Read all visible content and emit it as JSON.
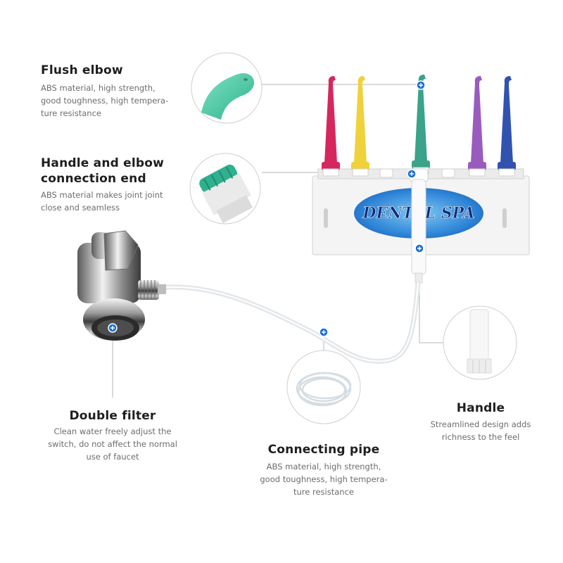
{
  "callouts": {
    "flush_elbow": {
      "title": "Flush elbow",
      "desc": [
        "ABS material, high strength,",
        "good toughness, high tempera-",
        "ture resistance"
      ]
    },
    "handle_elbow": {
      "title": [
        "Handle and elbow",
        "connection end"
      ],
      "desc": [
        "ABS material makes joint joint",
        "close and seamless"
      ]
    },
    "double_filter": {
      "title": "Double filter",
      "desc": [
        "Clean water freely adjust the",
        "switch, do not affect the normal",
        "use of faucet"
      ]
    },
    "connecting_pipe": {
      "title": "Connecting pipe",
      "desc": [
        "ABS material, high strength,",
        "good toughness, high tempera-",
        "ture resistance"
      ]
    },
    "handle": {
      "title": "Handle",
      "desc": [
        "Streamlined design adds",
        "richness to the feel"
      ]
    }
  },
  "product_label": "DENTAL SPA",
  "nozzle_colors": [
    "#d6265e",
    "#efd13a",
    "#3aa389",
    "#9a5bbf",
    "#3252b0"
  ],
  "marker_color": "#1a6fd6",
  "icons": [
    "plus-marker-icon"
  ]
}
